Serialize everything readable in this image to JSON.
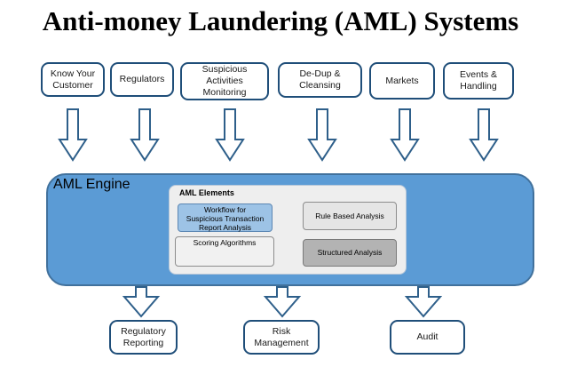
{
  "title": "Anti-money Laundering (AML) Systems",
  "inputs": [
    {
      "label": "Know Your\nCustomer"
    },
    {
      "label": "Regulators"
    },
    {
      "label": "Suspicious\nActivities\nMonitoring"
    },
    {
      "label": "De-Dup &\nCleansing"
    },
    {
      "label": "Markets"
    },
    {
      "label": "Events &\nHandling"
    }
  ],
  "engine": {
    "label": "AML Engine",
    "elements_title": "AML Elements",
    "workflow": "Workflow for\nSuspicious Transaction\nReport Analysis",
    "scoring": "Scoring Algorithms",
    "rule_based": "Rule Based Analysis",
    "structured": "Structured Analysis"
  },
  "outputs": [
    {
      "label": "Regulatory\nReporting"
    },
    {
      "label": "Risk\nManagement"
    },
    {
      "label": "Audit"
    }
  ],
  "colors": {
    "box_border": "#1f4e79",
    "arrow_outline": "#2e5f8a",
    "engine_fill": "#5b9bd5",
    "workflow_fill": "#9dc3e6",
    "structured_fill": "#b3b3b3"
  }
}
